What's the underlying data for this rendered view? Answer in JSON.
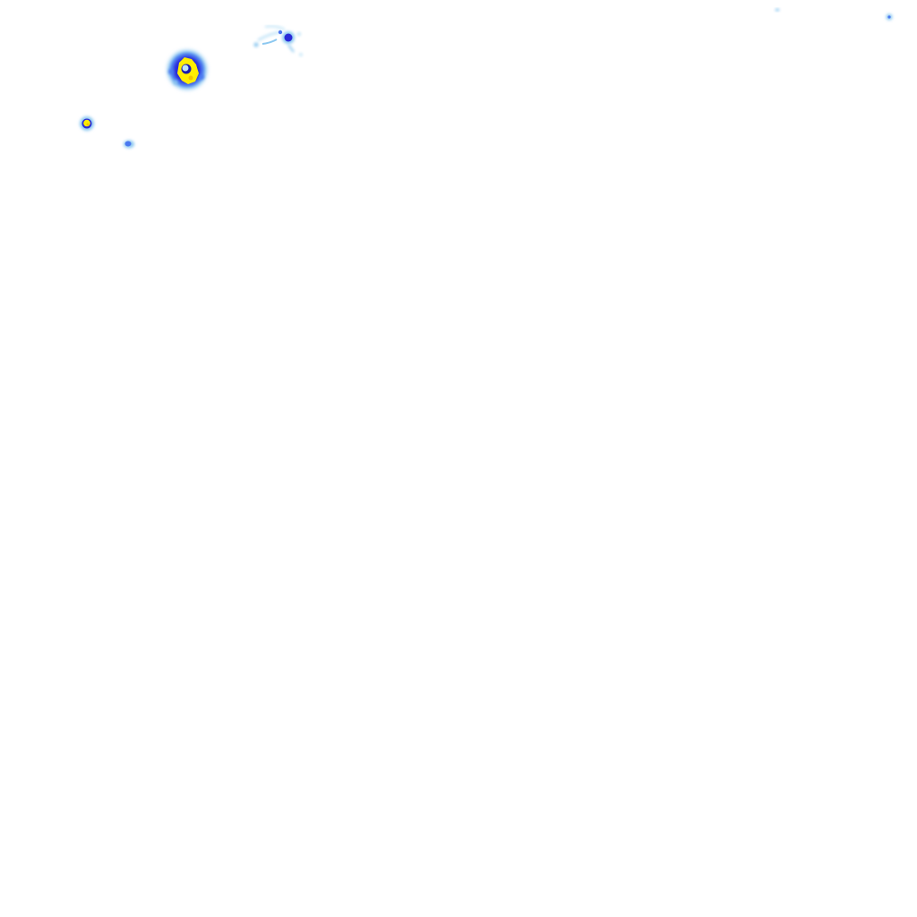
{
  "map": {
    "type": "weather-radar-precipitation-overlay",
    "background": "#ffffff",
    "intensity_palette": {
      "trace": "#bfe3f7",
      "light": "#8cc8f0",
      "moderate": "#4a78f0",
      "heavy": "#2a2ad8",
      "core": "#1818b0",
      "intense": "#ffee00",
      "intense_edge": "#f2c400"
    },
    "cells": [
      {
        "name": "large-storm-cell",
        "intensity": "intense"
      },
      {
        "name": "small-storm-cell",
        "intensity": "intense"
      },
      {
        "name": "scattered-light-echoes",
        "intensity": "moderate"
      },
      {
        "name": "isolated-light-echo",
        "intensity": "moderate"
      },
      {
        "name": "far-northeast-speck-a",
        "intensity": "trace"
      },
      {
        "name": "far-northeast-speck-b",
        "intensity": "light"
      }
    ]
  }
}
